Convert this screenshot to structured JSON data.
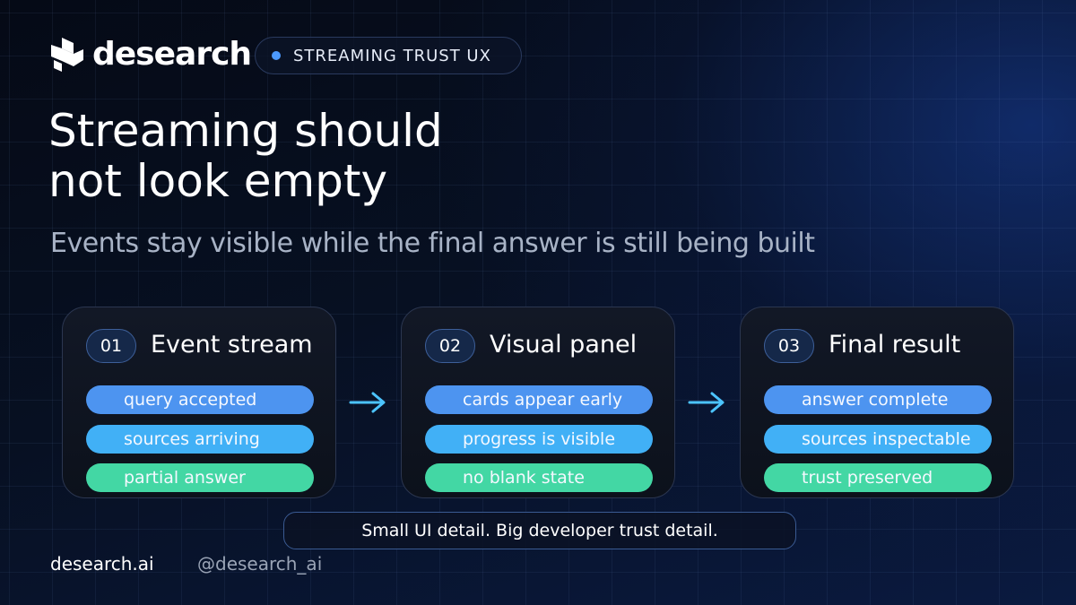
{
  "brand": {
    "name": "desearch",
    "icon": "desearch-logo-icon"
  },
  "tag": {
    "label": "STREAMING TRUST UX",
    "dot_color": "#4c9aff"
  },
  "headline": {
    "line1": "Streaming should",
    "line2": "not look empty"
  },
  "subtitle": "Events stay visible while the final answer is still being built",
  "cards": [
    {
      "number": "01",
      "title": "Event stream",
      "items": [
        "query accepted",
        "sources arriving",
        "partial answer"
      ]
    },
    {
      "number": "02",
      "title": "Visual panel",
      "items": [
        "cards appear early",
        "progress is visible",
        "no blank state"
      ]
    },
    {
      "number": "03",
      "title": "Final result",
      "items": [
        "answer complete",
        "sources inspectable",
        "trust preserved"
      ]
    }
  ],
  "colors": {
    "pill_1": "#4d94f0",
    "pill_2": "#41b0f6",
    "pill_3": "#43d7a4",
    "arrow": "#4cc4ff"
  },
  "footer": {
    "tagline": "Small UI detail. Big developer trust detail.",
    "website": "desearch.ai",
    "handle": "@desearch_ai"
  }
}
